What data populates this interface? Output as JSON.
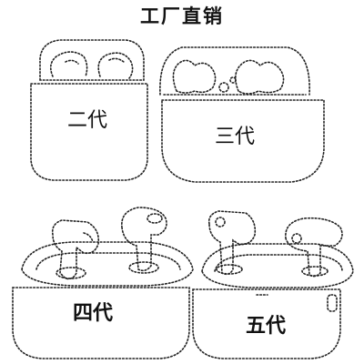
{
  "header": {
    "title": "工厂直销"
  },
  "products": [
    {
      "label": "二代"
    },
    {
      "label": "三代"
    },
    {
      "label": "四代"
    },
    {
      "label": "五代"
    }
  ]
}
